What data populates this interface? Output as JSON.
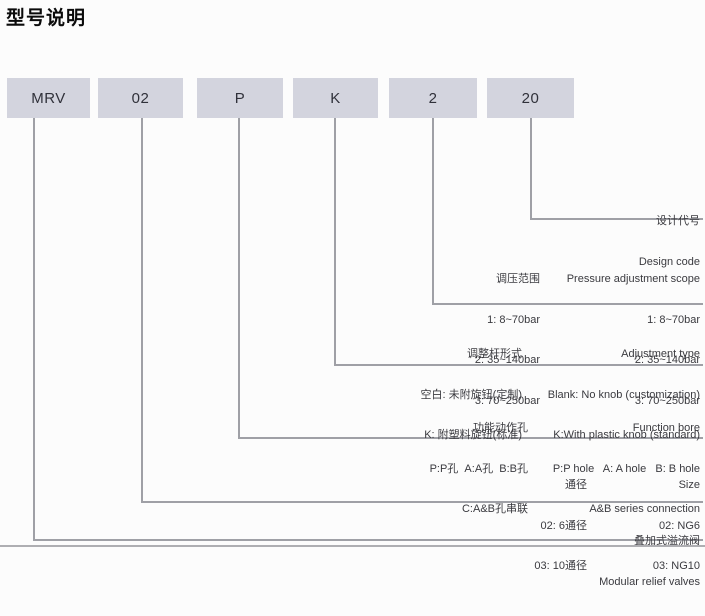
{
  "page": {
    "title": "型号说明"
  },
  "model_code": {
    "segments": [
      "MRV",
      "02",
      "P",
      "K",
      "2",
      "20"
    ]
  },
  "callouts": {
    "design_code": {
      "cn": "设计代号",
      "en": "Design code"
    },
    "pressure": {
      "cn_title": "调压范围",
      "en_title": "Pressure adjustment scope",
      "rows": [
        {
          "cn": "1: 8~70bar",
          "en": "1: 8~70bar"
        },
        {
          "cn": "2: 35~140bar",
          "en": "2: 35~140bar"
        },
        {
          "cn": "3: 70~250bar",
          "en": "3: 70~250bar"
        }
      ]
    },
    "adjustment_type": {
      "cn_title": "调整杆形式",
      "en_title": "Adjustment type",
      "rows": [
        {
          "cn": "空白: 未附旋钮(定制)",
          "en": "Blank: No knob (customization)"
        },
        {
          "cn": "K: 附塑料旋钮(标准)",
          "en": "K:With plastic knob (standard)"
        }
      ]
    },
    "function_bore": {
      "cn_title": "功能动作孔",
      "en_title": "Function bore",
      "rows": [
        {
          "cn": "P:P孔  A:A孔  B:B孔",
          "en": "P:P hole   A: A hole   B: B hole"
        },
        {
          "cn": "C:A&B孔串联",
          "en": "A&B series connection"
        }
      ]
    },
    "size": {
      "cn_title": "通径",
      "en_title": "Size",
      "rows": [
        {
          "cn": "02: 6通径",
          "en": "02: NG6"
        },
        {
          "cn": "03: 10通径",
          "en": "03: NG10"
        }
      ]
    },
    "product": {
      "cn": "叠加式溢流阀",
      "en": "Modular relief valves"
    }
  },
  "colors": {
    "box_fill": "#d3d4de",
    "connector_line": "#9fa0a6",
    "text": "#3a3a3f",
    "background": "#fcfcfc"
  }
}
